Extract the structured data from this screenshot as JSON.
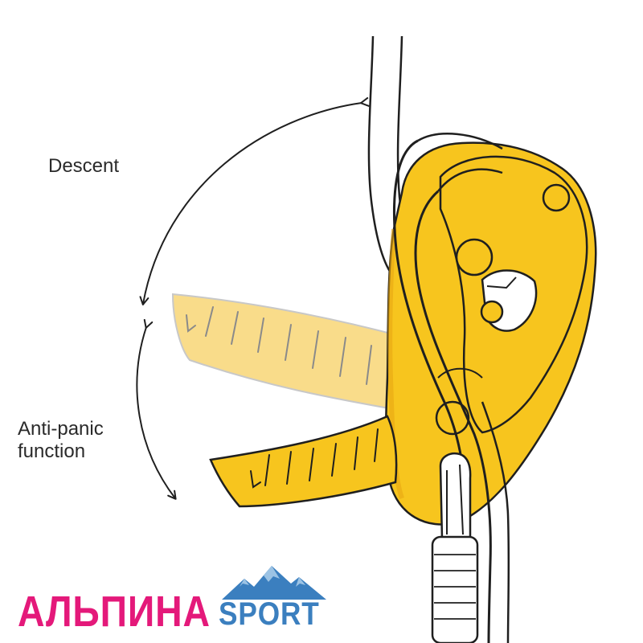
{
  "labels": {
    "descent": "Descent",
    "anti_panic_line1": "Anti-panic",
    "anti_panic_line2": "function"
  },
  "logo": {
    "cyrillic": "АЛЬПИНА",
    "sport": "SPORT"
  },
  "colors": {
    "device_yellow": "#f7c51e",
    "device_shadow": "#e8a712",
    "handle_ghost": "#f9dc8a",
    "outline": "#1f1f1f",
    "rope": "#ffffff",
    "logo_pink": "#e4197a",
    "logo_blue": "#3b7fbf",
    "mountain_light": "#9cc3e4"
  },
  "icons": {
    "descent_arrow": "double-arrow-arc",
    "anti_panic_arrow": "double-arrow-arc",
    "logo_mark": "mountain-peaks-icon"
  }
}
